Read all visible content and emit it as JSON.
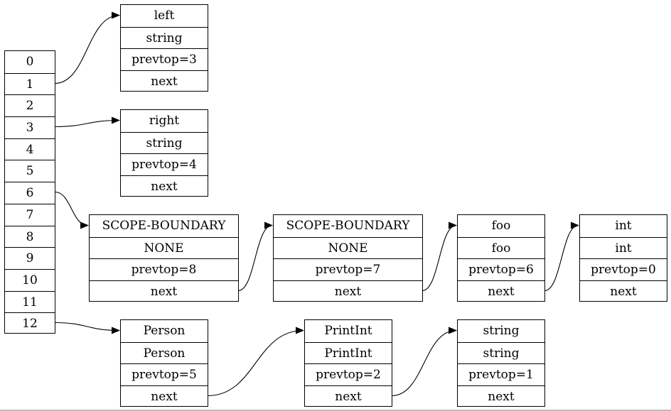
{
  "stack": [
    "0",
    "1",
    "2",
    "3",
    "4",
    "5",
    "6",
    "7",
    "8",
    "9",
    "10",
    "11",
    "12"
  ],
  "nodes": {
    "left": [
      "left",
      "string",
      "prevtop=3",
      "next"
    ],
    "right": [
      "right",
      "string",
      "prevtop=4",
      "next"
    ],
    "scope1": [
      "SCOPE-BOUNDARY",
      "NONE",
      "prevtop=8",
      "next"
    ],
    "scope2": [
      "SCOPE-BOUNDARY",
      "NONE",
      "prevtop=7",
      "next"
    ],
    "foo": [
      "foo",
      "foo",
      "prevtop=6",
      "next"
    ],
    "int": [
      "int",
      "int",
      "prevtop=0",
      "next"
    ],
    "person": [
      "Person",
      "Person",
      "prevtop=5",
      "next"
    ],
    "printint": [
      "PrintInt",
      "PrintInt",
      "prevtop=2",
      "next"
    ],
    "string": [
      "string",
      "string",
      "prevtop=1",
      "next"
    ]
  },
  "edges": [
    {
      "from": "stack.1",
      "to": "left"
    },
    {
      "from": "stack.3",
      "to": "right"
    },
    {
      "from": "stack.6",
      "to": "scope1"
    },
    {
      "from": "stack.12",
      "to": "person"
    },
    {
      "from": "scope1.next",
      "to": "scope2"
    },
    {
      "from": "scope2.next",
      "to": "foo"
    },
    {
      "from": "foo.next",
      "to": "int"
    },
    {
      "from": "person.next",
      "to": "printint"
    },
    {
      "from": "printint.next",
      "to": "string"
    }
  ]
}
